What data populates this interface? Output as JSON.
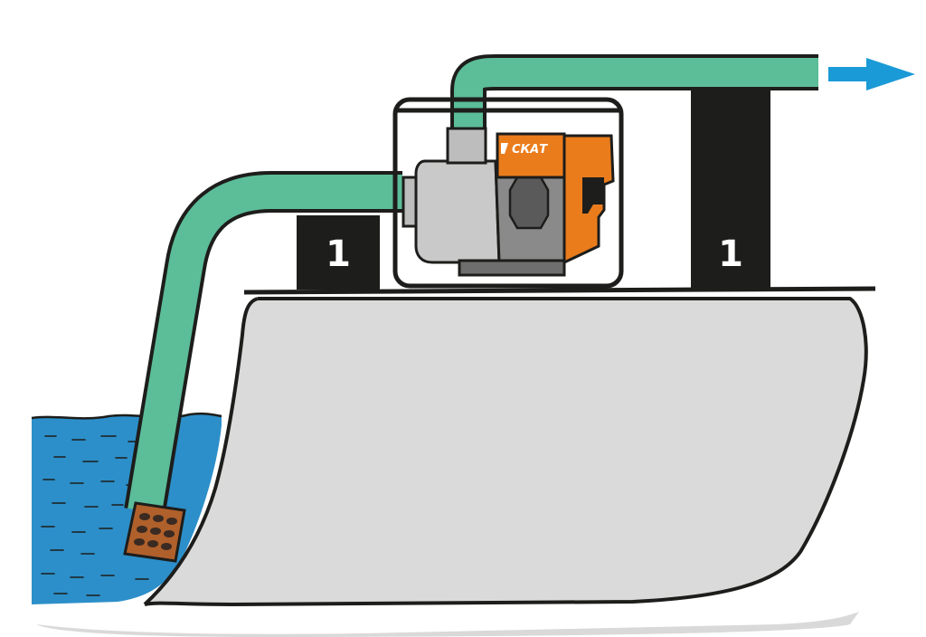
{
  "diagram": {
    "supports": [
      {
        "label": "1"
      },
      {
        "label": "1"
      }
    ],
    "pump": {
      "brand": "СКАТ"
    },
    "outlet_arrow": "flow-direction-arrow-icon"
  },
  "colors": {
    "hose": "#5cbd99",
    "hose_outline": "#1d1d1b",
    "ground": "#dadada",
    "water": "#2c8fc9",
    "pump_body": "#c9c9c9",
    "pump_motor": "#ea7c1c",
    "filter": "#b0602b",
    "support": "#1d1d1b",
    "arrow": "#1a9ad6"
  }
}
